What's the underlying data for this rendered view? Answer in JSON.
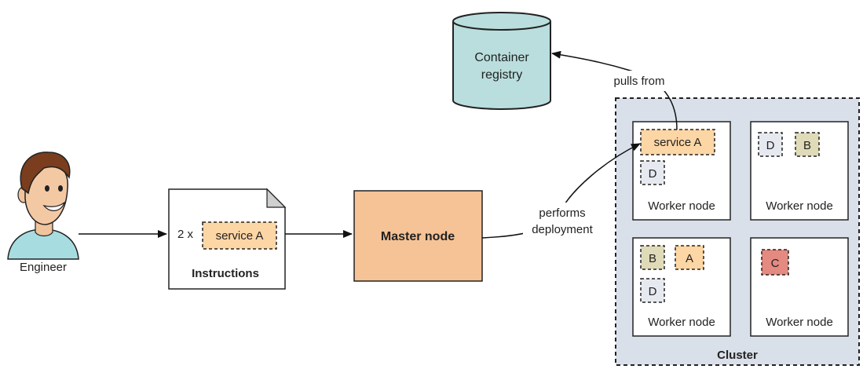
{
  "engineer": {
    "label": "Engineer",
    "icon": "engineer-avatar"
  },
  "instructions": {
    "count": "2 x",
    "service": "service A",
    "title": "Instructions"
  },
  "master": {
    "label": "Master node"
  },
  "registry": {
    "line1": "Container",
    "line2": "registry"
  },
  "edges": {
    "pulls_from": "pulls from",
    "performs_line1": "performs",
    "performs_line2": "deployment"
  },
  "cluster": {
    "label": "Cluster",
    "nodes": [
      {
        "label": "Worker node",
        "services": [
          "service A",
          "D"
        ]
      },
      {
        "label": "Worker node",
        "services": [
          "D",
          "B"
        ]
      },
      {
        "label": "Worker node",
        "services": [
          "B",
          "A",
          "D"
        ]
      },
      {
        "label": "Worker node",
        "services": [
          "C"
        ]
      }
    ]
  },
  "colors": {
    "service_a": "#fdd6a5",
    "service_b": "#dfdbb8",
    "service_c": "#e48a80",
    "service_d": "#e6eaf0",
    "master": "#f6c396",
    "registry": "#b9dedd",
    "cluster_bg": "#d9e0e9"
  }
}
